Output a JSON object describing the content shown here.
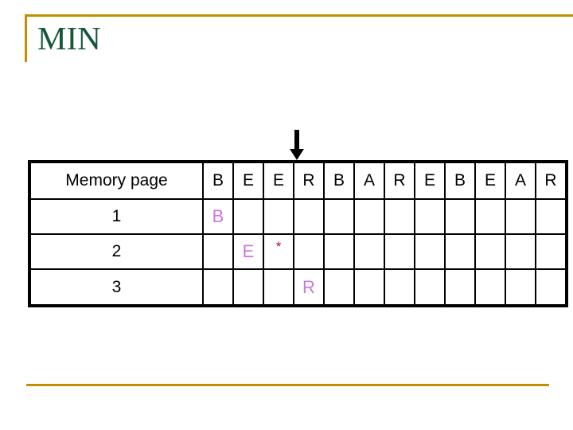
{
  "slide": {
    "title": "MIN",
    "title_color": "#15573A",
    "accent_color": "#BF9000"
  },
  "pointer": {
    "icon": "down-arrow-icon",
    "points_at_column_index": 3,
    "points_at_reference": "R"
  },
  "table": {
    "label_header": "Memory page",
    "reference_string": [
      "B",
      "E",
      "E",
      "R",
      "B",
      "A",
      "R",
      "E",
      "B",
      "E",
      "A",
      "R"
    ],
    "colors": {
      "allocation": "#CC77DD",
      "eviction_mark": "#B01030",
      "grid": "#000000"
    },
    "rows": [
      {
        "label": "1",
        "cells": [
          {
            "text": "B",
            "kind": "alloc"
          },
          {
            "text": "",
            "kind": "empty"
          },
          {
            "text": "",
            "kind": "empty"
          },
          {
            "text": "",
            "kind": "empty"
          },
          {
            "text": "",
            "kind": "empty"
          },
          {
            "text": "",
            "kind": "empty"
          },
          {
            "text": "",
            "kind": "empty"
          },
          {
            "text": "",
            "kind": "empty"
          },
          {
            "text": "",
            "kind": "empty"
          },
          {
            "text": "",
            "kind": "empty"
          },
          {
            "text": "",
            "kind": "empty"
          },
          {
            "text": "",
            "kind": "empty"
          }
        ]
      },
      {
        "label": "2",
        "cells": [
          {
            "text": "",
            "kind": "empty"
          },
          {
            "text": "E",
            "kind": "alloc"
          },
          {
            "text": "*",
            "kind": "evict"
          },
          {
            "text": "",
            "kind": "empty"
          },
          {
            "text": "",
            "kind": "empty"
          },
          {
            "text": "",
            "kind": "empty"
          },
          {
            "text": "",
            "kind": "empty"
          },
          {
            "text": "",
            "kind": "empty"
          },
          {
            "text": "",
            "kind": "empty"
          },
          {
            "text": "",
            "kind": "empty"
          },
          {
            "text": "",
            "kind": "empty"
          },
          {
            "text": "",
            "kind": "empty"
          }
        ]
      },
      {
        "label": "3",
        "cells": [
          {
            "text": "",
            "kind": "empty"
          },
          {
            "text": "",
            "kind": "empty"
          },
          {
            "text": "",
            "kind": "empty"
          },
          {
            "text": "R",
            "kind": "alloc"
          },
          {
            "text": "",
            "kind": "empty"
          },
          {
            "text": "",
            "kind": "empty"
          },
          {
            "text": "",
            "kind": "empty"
          },
          {
            "text": "",
            "kind": "empty"
          },
          {
            "text": "",
            "kind": "empty"
          },
          {
            "text": "",
            "kind": "empty"
          },
          {
            "text": "",
            "kind": "empty"
          },
          {
            "text": "",
            "kind": "empty"
          }
        ]
      }
    ]
  }
}
